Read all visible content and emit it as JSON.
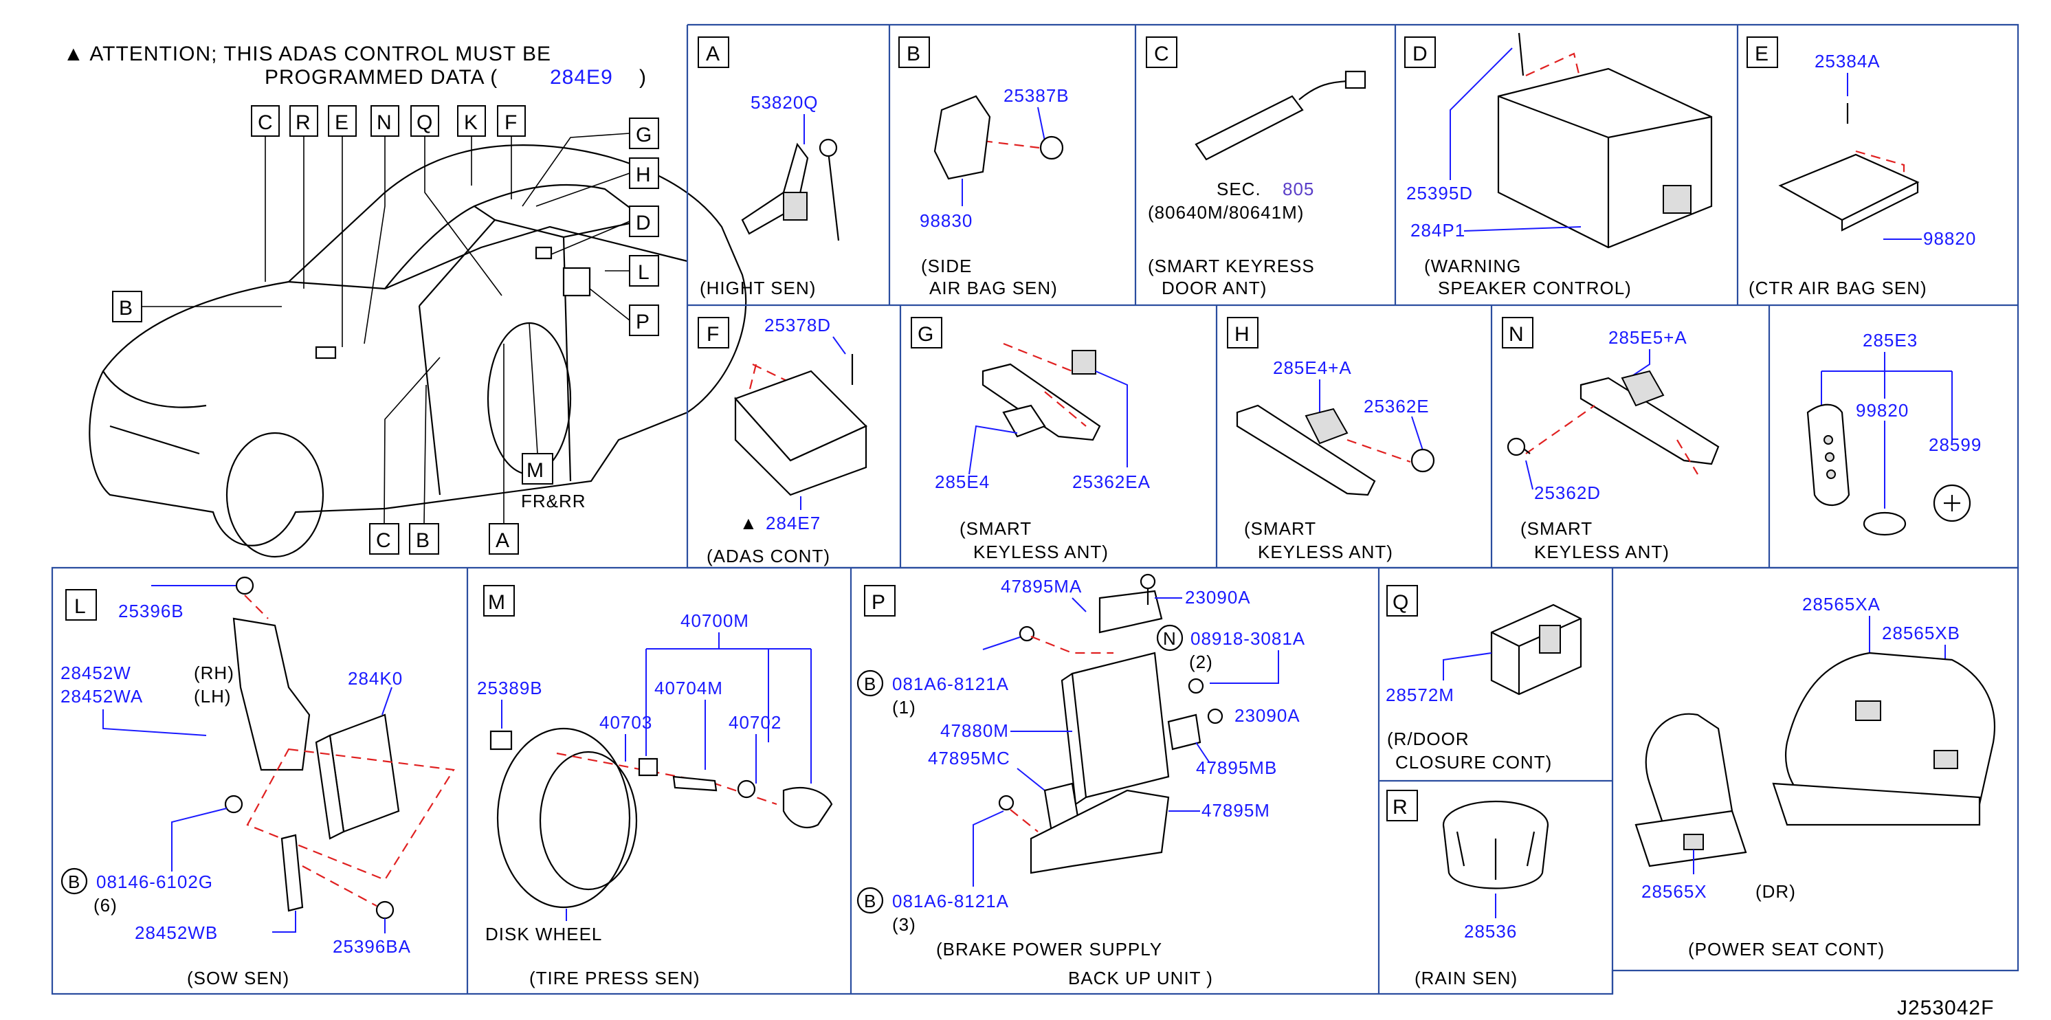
{
  "attention": {
    "line1": "▲ ATTENTION;  THIS  ADAS  CONTROL  MUST  BE",
    "line2": "PROGRAMMED  DATA  (",
    "part": "284E9",
    "close": ")"
  },
  "car_labels": {
    "top": [
      "C",
      "R",
      "E",
      "N",
      "Q",
      "K",
      "F"
    ],
    "g": "G",
    "h": "H",
    "d": "D",
    "l": "L",
    "p": "P",
    "b_left": "B",
    "m": "M",
    "frrr": "FR&RR",
    "c_bottom": "C",
    "b_bottom": "B",
    "a_bottom": "A"
  },
  "sections": {
    "A": {
      "letter": "A",
      "parts": [
        "53820Q"
      ],
      "caption": [
        "(HIGHT  SEN)"
      ]
    },
    "B": {
      "letter": "B",
      "parts": [
        "25387B",
        "98830"
      ],
      "caption": [
        "(SIDE",
        "AIR  BAG  SEN)"
      ]
    },
    "C": {
      "letter": "C",
      "sec_prefix": "SEC.",
      "sec": "805",
      "note": "(80640M/80641M)",
      "caption": [
        "(SMART  KEYRESS",
        "DOOR  ANT)"
      ]
    },
    "D": {
      "letter": "D",
      "parts": [
        "25395D",
        "284P1"
      ],
      "caption": [
        "(WARNING",
        "SPEAKER  CONTROL)"
      ]
    },
    "E": {
      "letter": "E",
      "parts": [
        "25384A",
        "98820"
      ],
      "caption": [
        "(CTR  AIR  BAG  SEN)"
      ]
    },
    "F": {
      "letter": "F",
      "parts": [
        "25378D",
        "284E7"
      ],
      "mark": "▲",
      "caption": [
        "(ADAS  CONT)"
      ]
    },
    "G": {
      "letter": "G",
      "parts": [
        "285E4",
        "25362EA"
      ],
      "caption": [
        "(SMART",
        "KEYLESS  ANT)"
      ]
    },
    "H": {
      "letter": "H",
      "parts": [
        "285E4+A",
        "25362E"
      ],
      "caption": [
        "(SMART",
        "KEYLESS  ANT)"
      ]
    },
    "N": {
      "letter": "N",
      "parts": [
        "285E5+A",
        "25362D"
      ],
      "caption": [
        "(SMART",
        "KEYLESS  ANT)"
      ]
    },
    "K": {
      "parts": [
        "285E3",
        "99820",
        "28599"
      ]
    },
    "L": {
      "letter": "L",
      "parts": [
        "25396B",
        "28452W",
        "28452WA",
        "284K0",
        "08146-6102G",
        "28452WB",
        "25396BA"
      ],
      "rh": "(RH)",
      "lh": "(LH)",
      "circle": "B",
      "qty": "(6)",
      "caption": [
        "(SOW  SEN)"
      ]
    },
    "M": {
      "letter": "M",
      "parts": [
        "40700M",
        "25389B",
        "40704M",
        "40703",
        "40702"
      ],
      "wheel": "DISK  WHEEL",
      "caption": [
        "(TIRE  PRESS  SEN)"
      ]
    },
    "P": {
      "letter": "P",
      "parts": [
        "47895MA",
        "23090A",
        "08918-3081A",
        "081A6-8121A",
        "47880M",
        "23090A",
        "47895MC",
        "47895MB",
        "47895M",
        "081A6-8121A"
      ],
      "circle_b": "B",
      "circle_n": "N",
      "qty1": "(1)",
      "qty2": "(2)",
      "qty3": "(3)",
      "caption": [
        "(BRAKE  POWER  SUPPLY",
        "BACK  UP  UNIT )"
      ]
    },
    "Q": {
      "letter": "Q",
      "parts": [
        "28572M"
      ],
      "caption": [
        "(R/DOOR",
        "CLOSURE  CONT)"
      ]
    },
    "R": {
      "letter": "R",
      "parts": [
        "28536"
      ],
      "caption": [
        "(RAIN  SEN)"
      ]
    },
    "S": {
      "parts": [
        "28565XA",
        "28565XB",
        "28565X"
      ],
      "dr": "(DR)",
      "caption": [
        "(POWER  SEAT  CONT)"
      ]
    }
  },
  "figure_id": "J253042F"
}
